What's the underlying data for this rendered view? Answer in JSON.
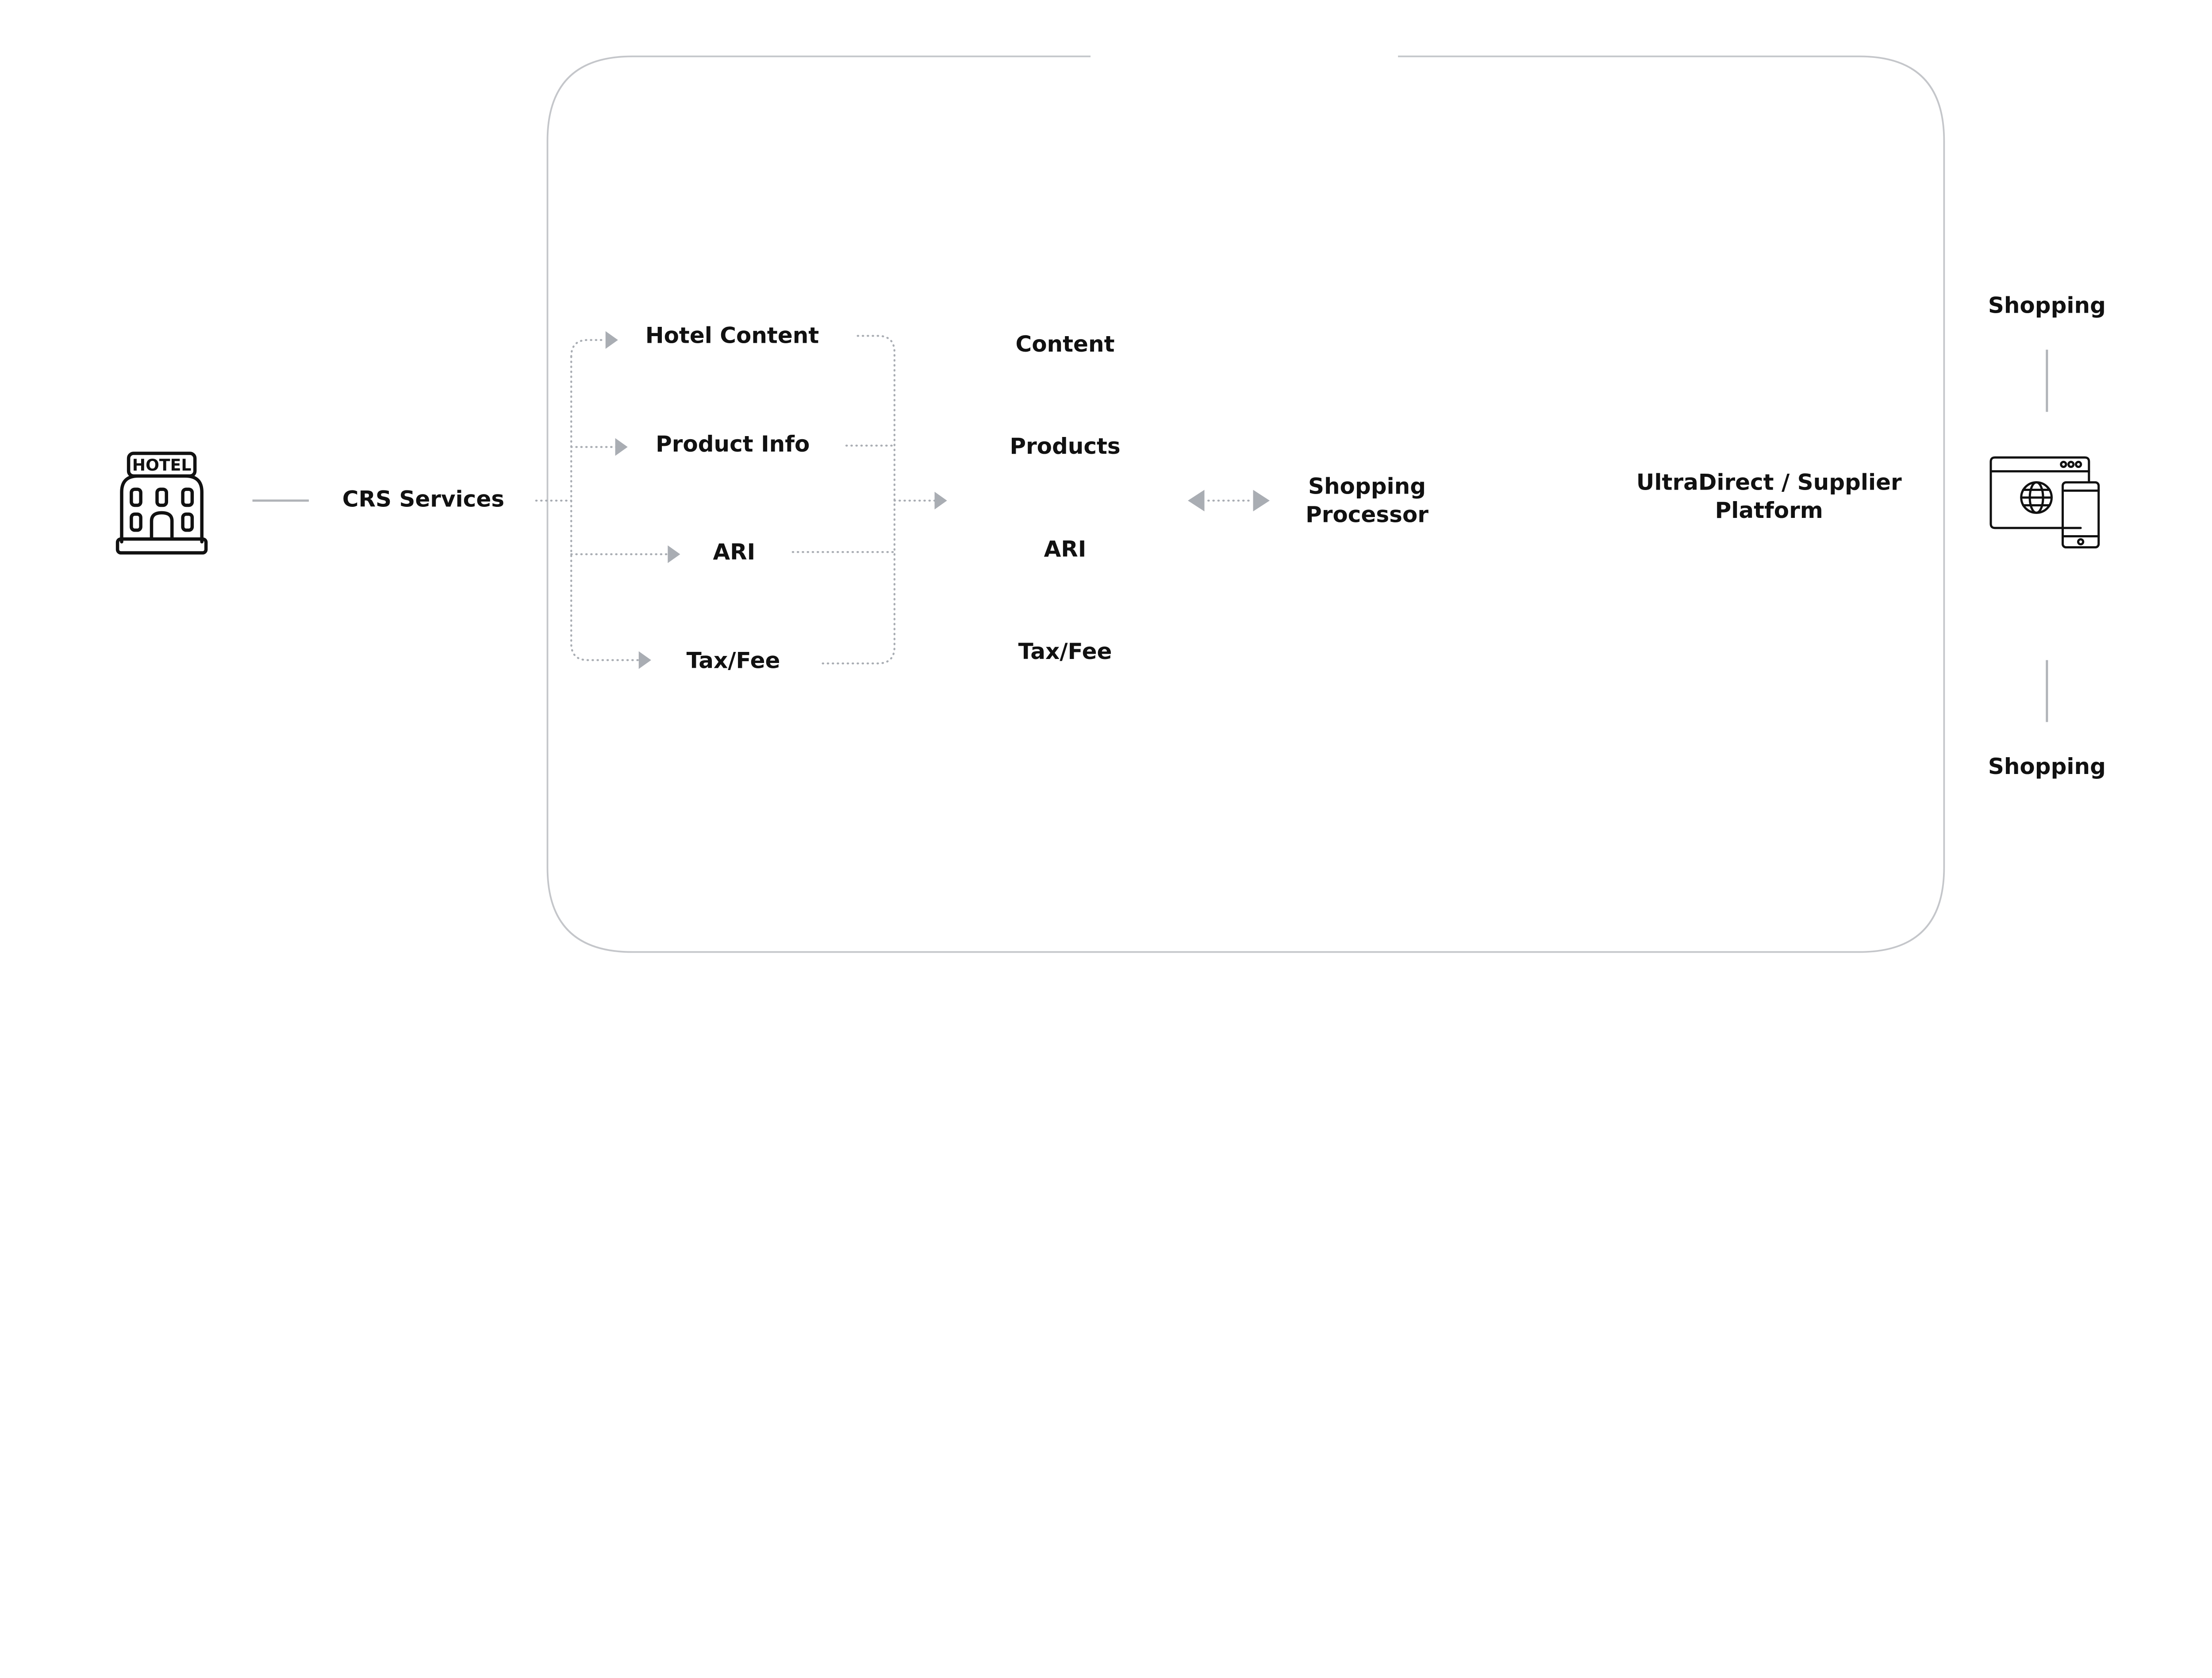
{
  "colors": {
    "connector": "#a9adb3",
    "frame": "#c4c6ca",
    "text": "#111111"
  },
  "source": {
    "icon": "hotel-building-icon",
    "icon_text": "HOTEL",
    "label": "CRS Services"
  },
  "feeds": [
    "Hotel Content",
    "Product Info",
    "ARI",
    "Tax/Fee"
  ],
  "platform_data": [
    "Content",
    "Products",
    "ARI",
    "Tax/Fee"
  ],
  "processor": {
    "line1": "Shopping",
    "line2": "Processor"
  },
  "platform": {
    "line1": "UltraDirect / Supplier",
    "line2": "Platform"
  },
  "channels": {
    "icon": "web-and-mobile-icon",
    "top_label": "Shopping",
    "bottom_label": "Shopping"
  }
}
